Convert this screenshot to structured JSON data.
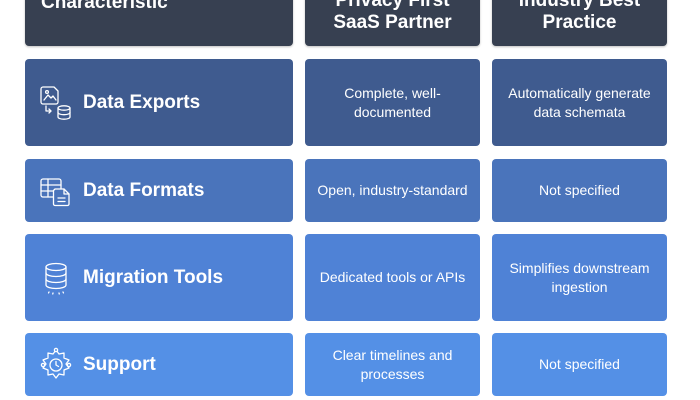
{
  "header": {
    "characteristic": "Characteristic",
    "partner_line1": "Privacy First",
    "partner_line2": "SaaS Partner",
    "practice_line1": "Industry Best",
    "practice_line2": "Practice"
  },
  "rows": [
    {
      "icon": "data-exports-icon",
      "label": "Data Exports",
      "partner": "Complete, well-documented",
      "practice": "Automatically generate data schemata"
    },
    {
      "icon": "data-formats-icon",
      "label": "Data Formats",
      "partner": "Open, industry-standard",
      "practice": "Not specified"
    },
    {
      "icon": "migration-database-icon",
      "label": "Migration Tools",
      "partner": "Dedicated tools or APIs",
      "practice": "Simplifies downstream ingestion"
    },
    {
      "icon": "support-gear-icon",
      "label": "Support",
      "partner": "Clear timelines and processes",
      "practice": "Not specified"
    }
  ],
  "colors": {
    "header": "#374051",
    "row1": "#3f5b8f",
    "row2": "#4a74bb",
    "row3": "#4f82d6",
    "row4": "#5490e6"
  }
}
